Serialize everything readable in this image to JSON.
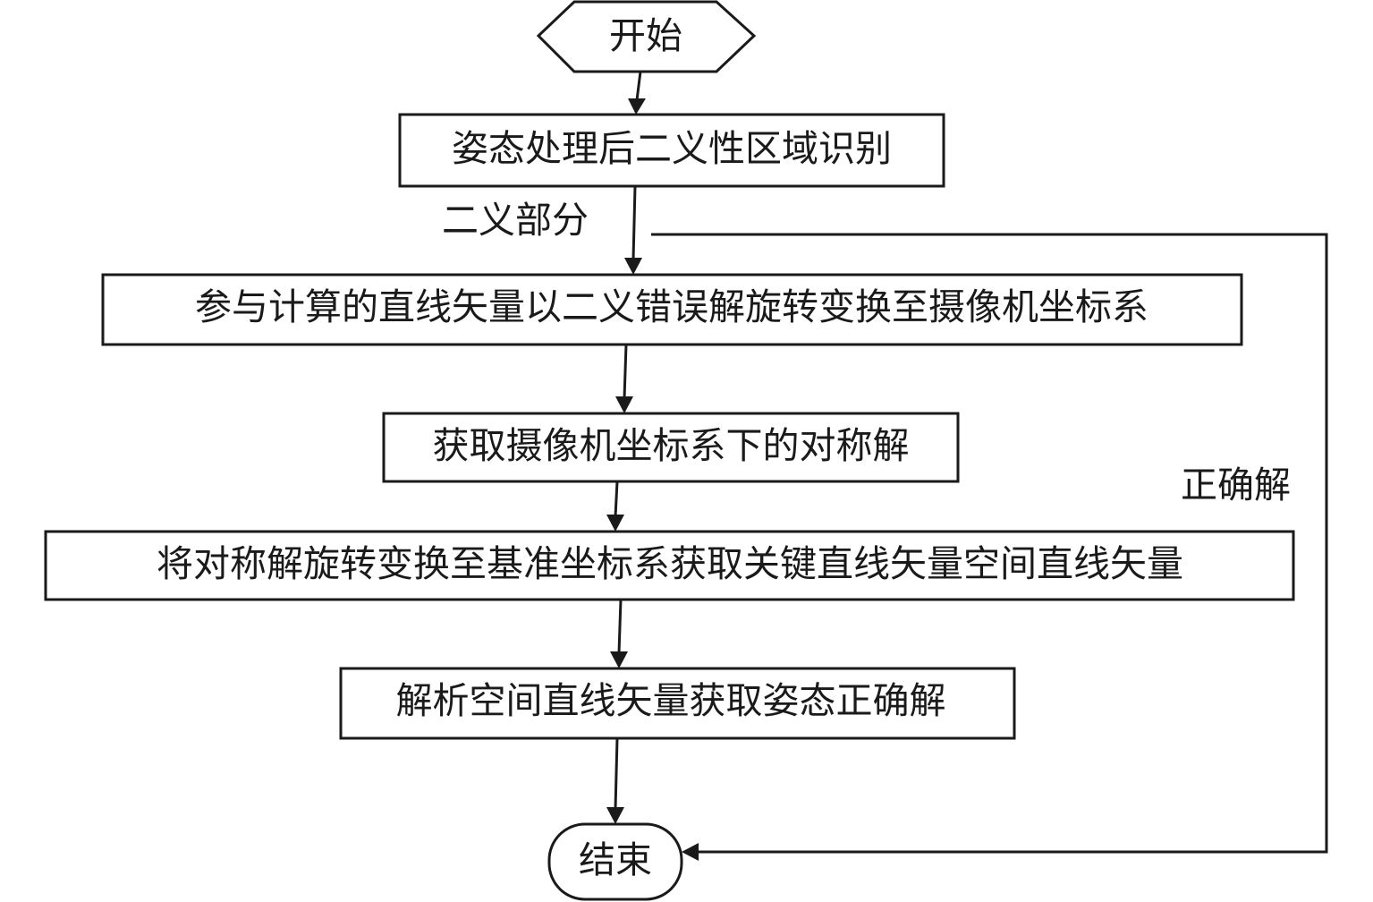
{
  "flowchart": {
    "nodes": {
      "start": "开始",
      "step_identify": "姿态处理后二义性区域识别",
      "step_rotate_to_camera": "参与计算的直线矢量以二义错误解旋转变换至摄像机坐标系",
      "step_symmetric_solution": "获取摄像机坐标系下的对称解",
      "step_rotate_to_reference": "将对称解旋转变换至基准坐标系获取关键直线矢量空间直线矢量",
      "step_parse_vectors": "解析空间直线矢量获取姿态正确解",
      "end": "结束"
    },
    "edge_labels": {
      "ambiguous_part": "二义部分",
      "correct_solution": "正确解"
    }
  }
}
